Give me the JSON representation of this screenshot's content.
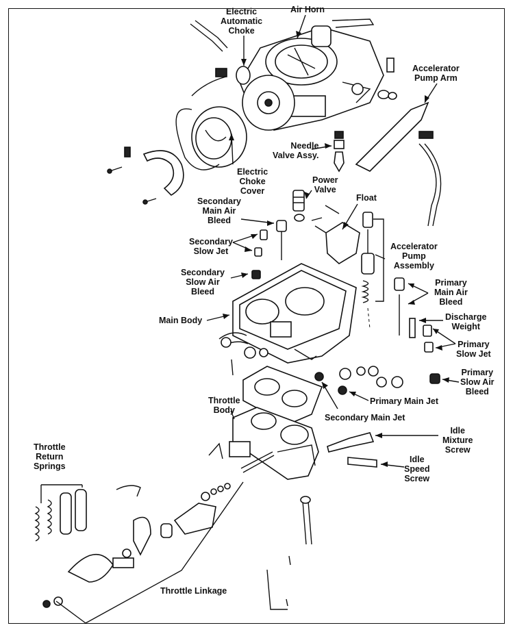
{
  "labels": {
    "electric_automatic_choke": [
      "Electric",
      "Automatic",
      "Choke"
    ],
    "air_horn": [
      "Air Horn"
    ],
    "accelerator_pump_arm": [
      "Accelerator",
      "Pump Arm"
    ],
    "needle_valve_assy": [
      "Needle",
      "Valve Assy."
    ],
    "electric_choke_cover": [
      "Electric",
      "Choke",
      "Cover"
    ],
    "power_valve": [
      "Power",
      "Valve"
    ],
    "float": [
      "Float"
    ],
    "secondary_main_air_bleed": [
      "Secondary",
      "Main Air",
      "Bleed"
    ],
    "secondary_slow_jet": [
      "Secondary",
      "Slow Jet"
    ],
    "accelerator_pump_assembly": [
      "Accelerator",
      "Pump",
      "Assembly"
    ],
    "secondary_slow_air_bleed": [
      "Secondary",
      "Slow Air",
      "Bleed"
    ],
    "primary_main_air_bleed": [
      "Primary",
      "Main Air",
      "Bleed"
    ],
    "main_body": [
      "Main Body"
    ],
    "discharge_weight": [
      "Discharge",
      "Weight"
    ],
    "primary_slow_jet": [
      "Primary",
      "Slow Jet"
    ],
    "primary_slow_air_bleed": [
      "Primary",
      "Slow Air",
      "Bleed"
    ],
    "primary_main_jet": [
      "Primary Main Jet"
    ],
    "throttle_body": [
      "Throttle",
      "Body"
    ],
    "secondary_main_jet": [
      "Secondary Main Jet"
    ],
    "idle_mixture_screw": [
      "Idle",
      "Mixture",
      "Screw"
    ],
    "throttle_return_springs": [
      "Throttle",
      "Return",
      "Springs"
    ],
    "idle_speed_screw": [
      "Idle",
      "Speed",
      "Screw"
    ],
    "throttle_linkage": [
      "Throttle Linkage"
    ]
  }
}
